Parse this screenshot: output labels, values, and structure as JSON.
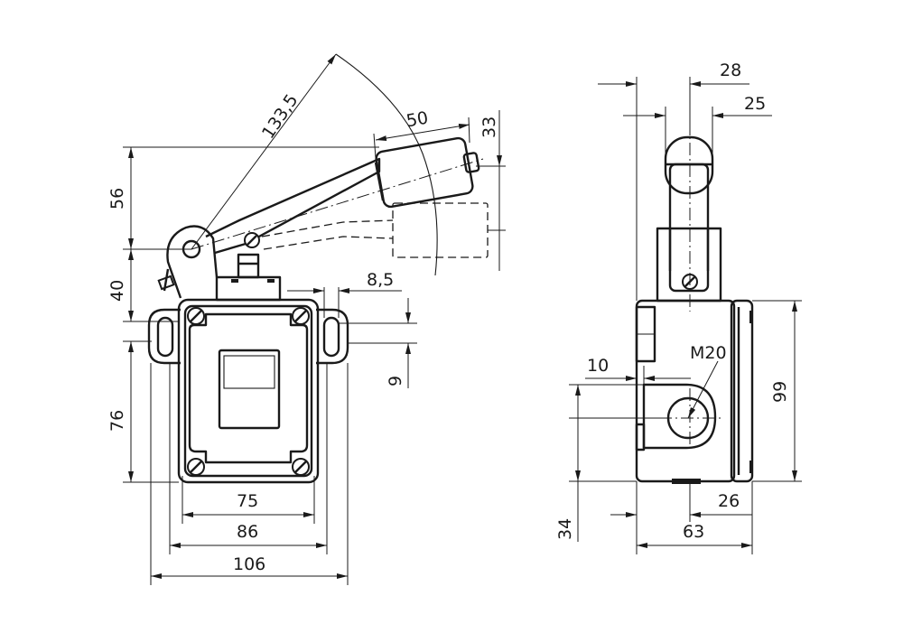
{
  "front_view": {
    "dims": {
      "arm_radius": "133,5",
      "roller_length": "50",
      "roller_diameter": "33",
      "height_upper": "56",
      "height_lower": "40",
      "slot_width": "8,5",
      "slot_height": "9",
      "body_height": "76",
      "hole_spacing": "75",
      "body_width": "86",
      "overall_width": "106"
    }
  },
  "side_view": {
    "dims": {
      "width_top": "28",
      "roller_width": "25",
      "offset": "10",
      "thread": "M20",
      "body_height": "99",
      "depth_offset": "26",
      "conduit_height": "34",
      "depth": "63"
    }
  }
}
